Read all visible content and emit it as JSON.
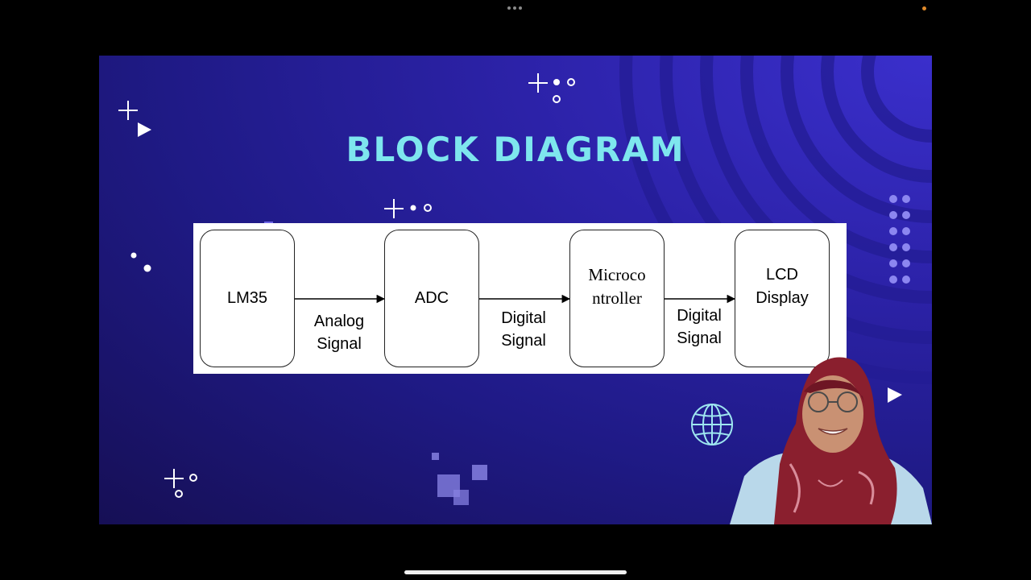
{
  "slide": {
    "title": "BLOCK DIAGRAM",
    "colors": {
      "title": "#7ee6ee",
      "background": "#2c22a8",
      "accent_shapes": "#6f66e6"
    }
  },
  "diagram": {
    "blocks": [
      {
        "id": "lm35",
        "label": "LM35"
      },
      {
        "id": "adc",
        "label": "ADC"
      },
      {
        "id": "microcontroller",
        "label_line1": "Microco",
        "label_line2": "ntroller"
      },
      {
        "id": "lcd",
        "label_line1": "LCD",
        "label_line2": "Display"
      }
    ],
    "signals": [
      {
        "line1": "Analog",
        "line2": "Signal"
      },
      {
        "line1": "Digital",
        "line2": "Signal"
      },
      {
        "line1": "Digital",
        "line2": "Signal"
      }
    ]
  },
  "icons": [
    "globe-icon",
    "play-icon",
    "sparkle-plus-icon"
  ]
}
